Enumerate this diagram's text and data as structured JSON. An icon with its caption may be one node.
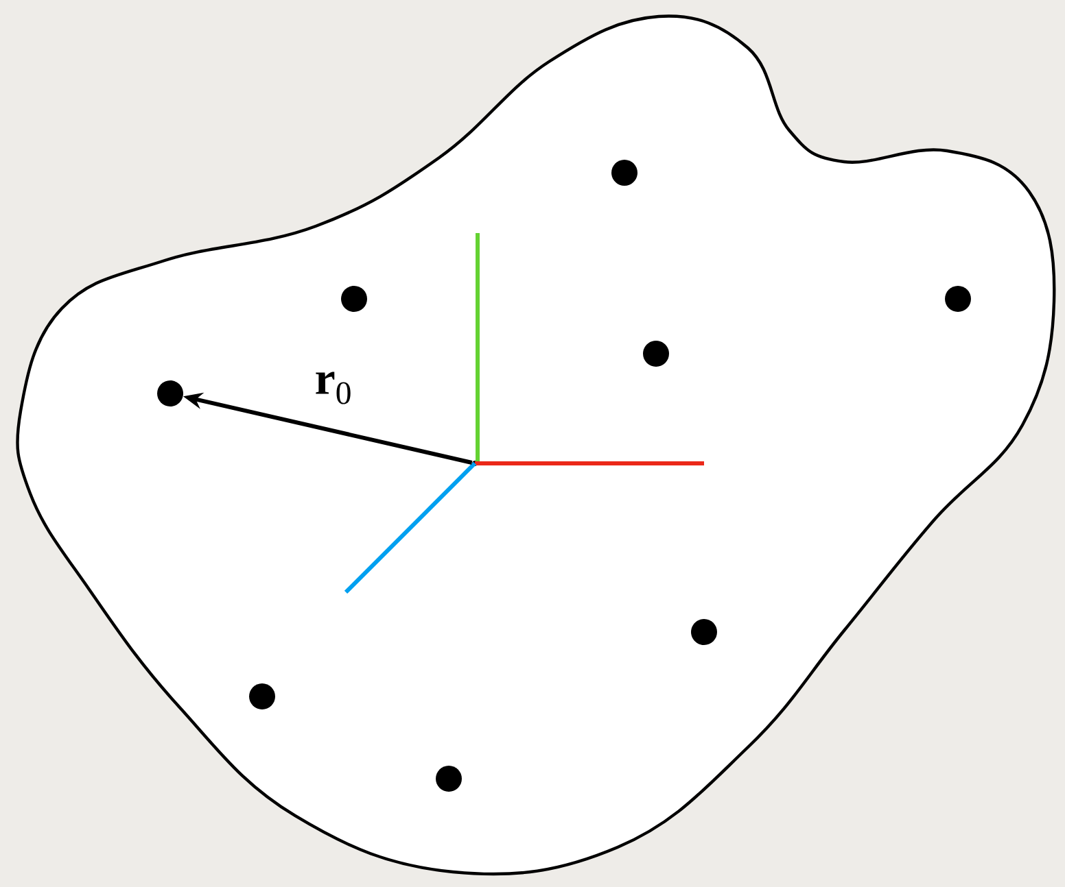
{
  "diagram": {
    "nodes": [
      {
        "text": [],
        "shape": "blob"
      },
      {
        "text": [],
        "shape": "circle",
        "in": 0
      },
      {
        "text": [],
        "shape": "circle",
        "in": 0
      },
      {
        "text": [],
        "shape": "circle",
        "in": 0
      },
      {
        "text": [],
        "shape": "circle",
        "in": 0
      },
      {
        "text": [],
        "shape": "circle",
        "in": 0
      },
      {
        "text": [],
        "shape": "circle",
        "in": 0
      },
      {
        "text": [],
        "shape": "circle",
        "in": 0
      },
      {
        "text": [],
        "shape": "circle",
        "in": 0
      },
      {
        "text": [],
        "shape": "point",
        "in": 0
      }
    ],
    "edges": [
      {
        "from": 9,
        "to": 5,
        "arrow": "to",
        "label": "**r**$_{0}$"
      }
    ]
  }
}
